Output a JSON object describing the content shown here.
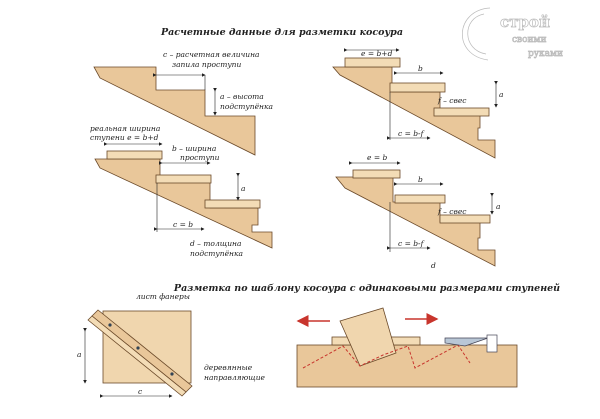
{
  "title": "Расчетные данные для разметки косоура",
  "diagram1": {
    "c_label_1": "c – расчетная величина",
    "c_label_2": "запила проступи",
    "a_label_1": "a – высота",
    "a_label_2": "подступёнка"
  },
  "diagram2": {
    "e_label_1": "реальная ширина",
    "e_label_2": "ступени   e = b+d",
    "b_label_1": "b – ширина",
    "b_label_2": "проступи",
    "a_label": "a",
    "c_label": "c = b",
    "d_label_1": "d – толщина",
    "d_label_2": "подступёнка"
  },
  "diagram3": {
    "e_label": "e = b+d",
    "b_label": "b",
    "a_label": "a",
    "f_label": "f – свес",
    "c_label": "c = b-f"
  },
  "diagram4": {
    "e_label": "e = b",
    "b_label": "b",
    "a_label": "a",
    "f_label": "f – свес",
    "c_label": "c = b-f",
    "d_label": "d"
  },
  "section2_title": "Разметка по шаблону косоура с одинаковыми размерами ступеней",
  "template": {
    "plywood_label": "лист фанеры",
    "guides_label_1": "деревянные",
    "guides_label_2": "направляющие",
    "a_label": "a",
    "c_label": "c"
  },
  "logo": {
    "line1": "строй",
    "line2": "своими",
    "line3": "руками"
  },
  "colors": {
    "wood": "#e9c79a",
    "arrow": "#c8352d"
  }
}
